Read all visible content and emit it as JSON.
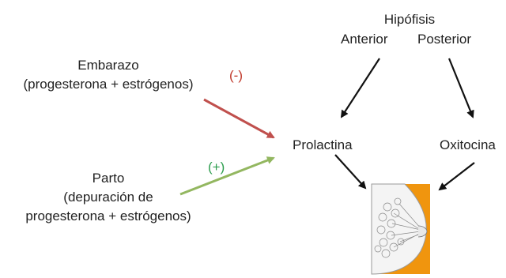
{
  "pituitary": {
    "title": "Hipófisis",
    "anterior": "Anterior",
    "posterior": "Posterior"
  },
  "left": {
    "pregnancy_line1": "Embarazo",
    "pregnancy_line2": "(progesterona + estrógenos)",
    "birth_line1": "Parto",
    "birth_line2": "(depuración de",
    "birth_line3": "progesterona + estrógenos)"
  },
  "signs": {
    "inhibit": "(-)",
    "stimulate": "(+)"
  },
  "hormones": {
    "prolactin": "Prolactina",
    "oxytocin": "Oxitocina"
  },
  "colors": {
    "inhibit": "#c0392b",
    "stimulate": "#2e9e4f",
    "inhibit_arrow": "#c0504d",
    "stimulate_arrow": "#93b760",
    "breast_bg": "#f0950e",
    "text": "#222222"
  }
}
